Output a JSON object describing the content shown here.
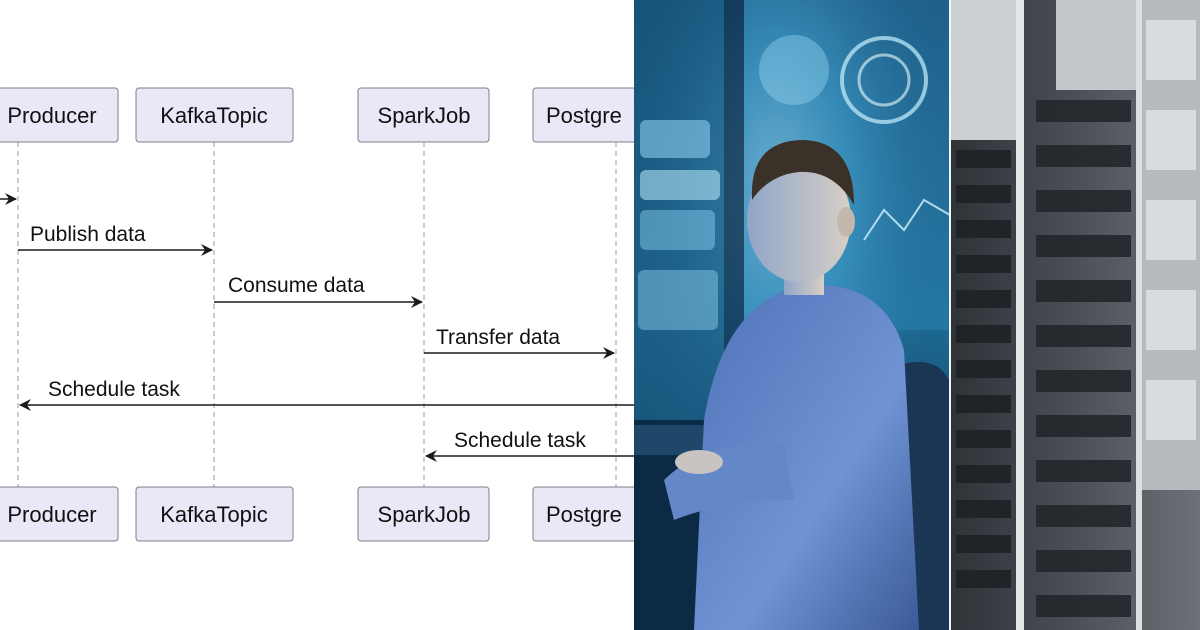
{
  "participants": [
    {
      "label": "Producer"
    },
    {
      "label": "KafkaTopic"
    },
    {
      "label": "SparkJob"
    },
    {
      "label": "Postgre"
    }
  ],
  "messages": [
    {
      "label": "Publish data"
    },
    {
      "label": "Consume data"
    },
    {
      "label": "Transfer data"
    },
    {
      "label": "Schedule task"
    },
    {
      "label": "Schedule task"
    }
  ],
  "colors": {
    "participant_fill": "#e9e8f7",
    "participant_stroke": "#7e7e8a",
    "lifeline": "#9a9a9a",
    "arrow": "#1a1a1a",
    "photo_glow": "#7fd3ff",
    "server_gray": "#8d9196"
  }
}
